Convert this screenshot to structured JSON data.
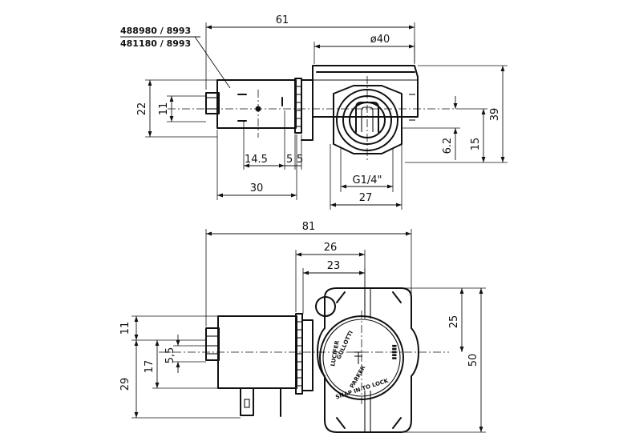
{
  "part_numbers": {
    "line1": "488980 / 8993",
    "line2": "481180 / 8993"
  },
  "top_view": {
    "dims": {
      "overall_width": "61",
      "body_diameter": "ø40",
      "coil_height": "22",
      "plug_height": "11",
      "d_14_5": "14.5",
      "d_5a": "5",
      "d_5b": "5",
      "coil_length": "30",
      "thread": "G1/4\"",
      "hex_width": "27",
      "height_39": "39",
      "d_6_2": "6.2",
      "d_15": "15"
    }
  },
  "bottom_view": {
    "dims": {
      "overall_length": "81",
      "d_26": "26",
      "d_23": "23",
      "d_11": "11",
      "d_5_5": "5,5",
      "d_17": "17",
      "d_29": "29",
      "d_25": "25",
      "d_50": "50"
    },
    "label_text": {
      "t1": "LUCIFER",
      "t2": "GULLOTTI",
      "t3": "PARKER",
      "t4": "SNAP IN TO LOCK"
    }
  }
}
